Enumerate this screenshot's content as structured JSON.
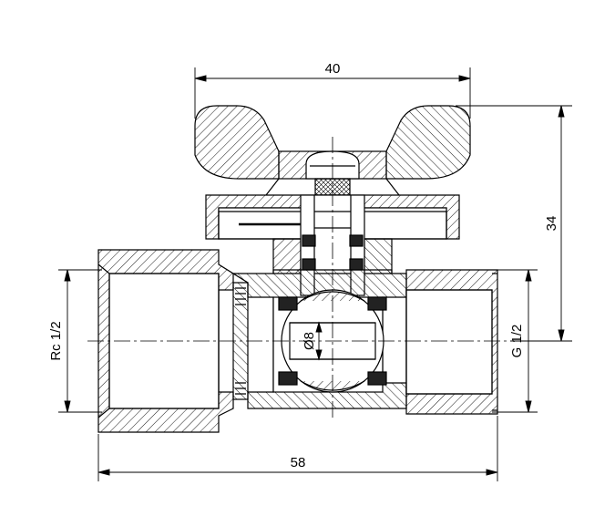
{
  "drawing": {
    "type": "technical-section-drawing",
    "line_color": "#000000",
    "background": "#ffffff",
    "dimensions": {
      "top_width": "40",
      "height": "34",
      "bottom_length": "58",
      "left_thread": "Rc 1/2",
      "right_thread": "G 1/2",
      "bore": "Ø8"
    }
  }
}
